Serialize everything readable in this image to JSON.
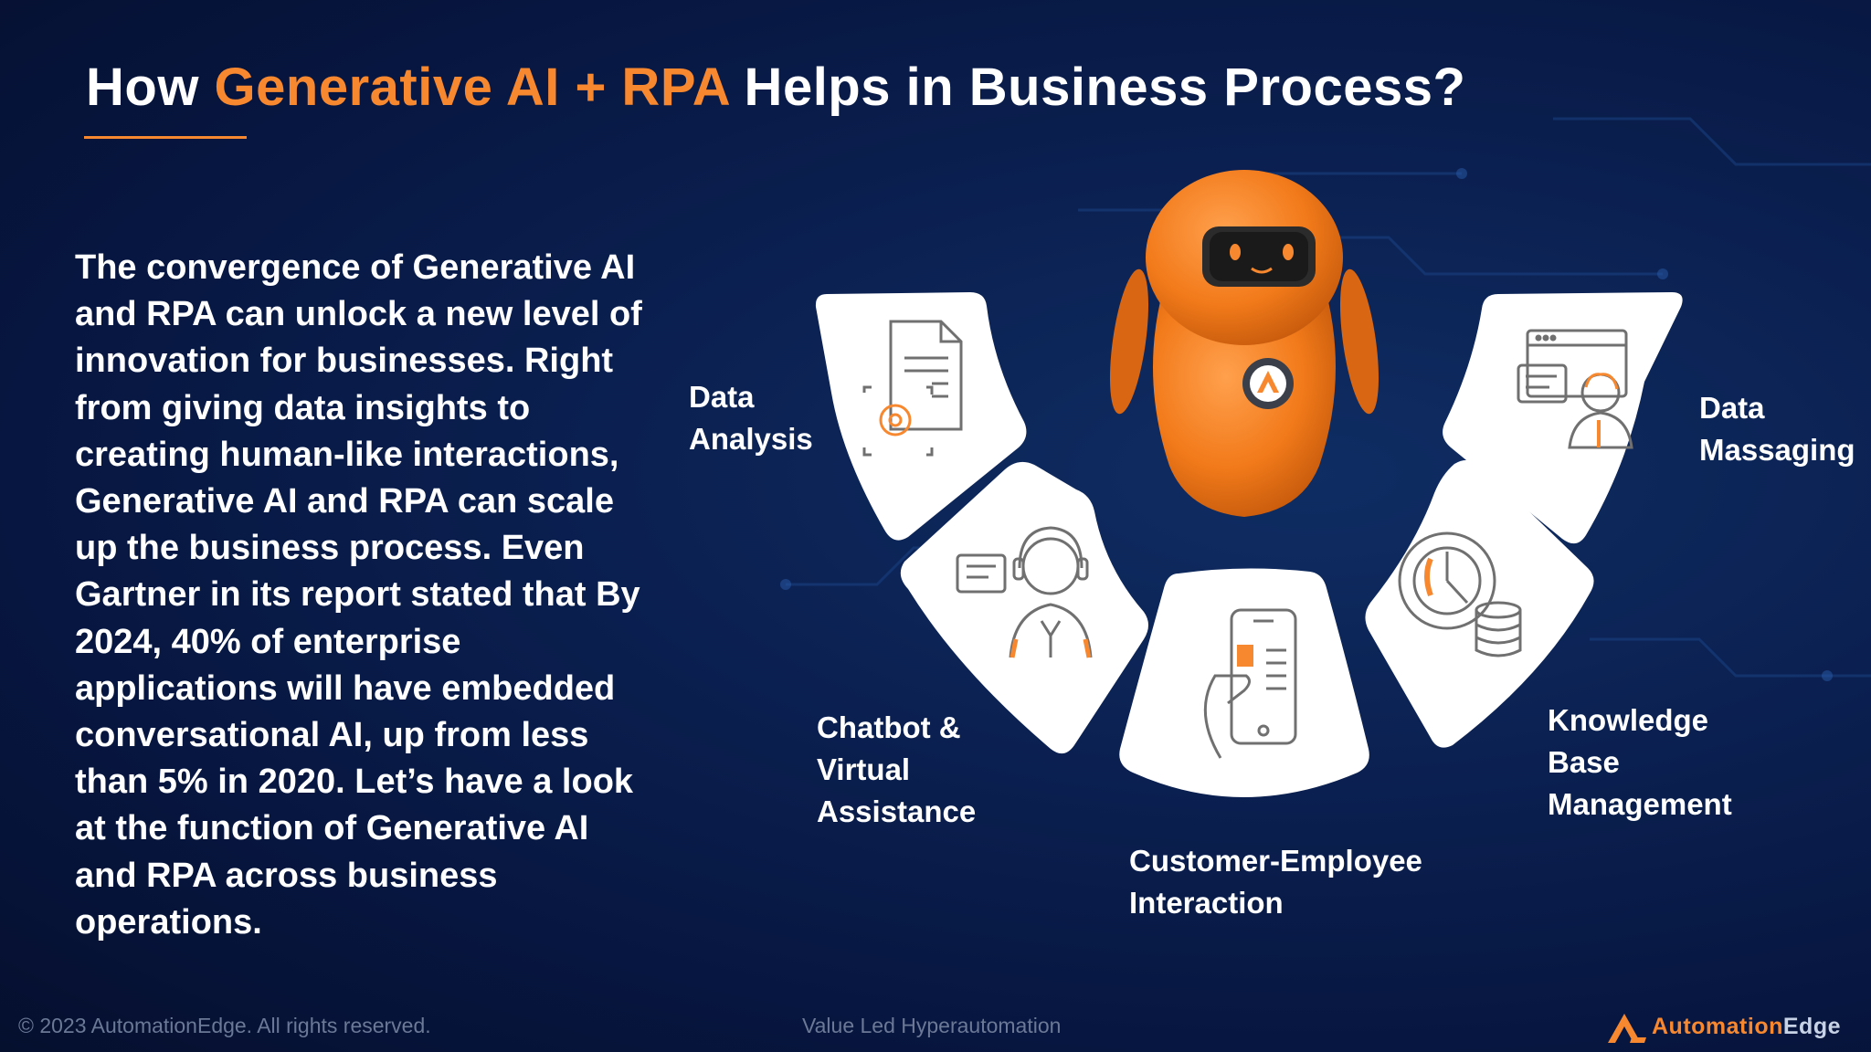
{
  "slide": {
    "title_prefix": "How ",
    "title_highlight": "Generative AI + RPA",
    "title_suffix": " Helps in Business Process?",
    "body": "The convergence of Generative AI and RPA can unlock a new level of innovation for businesses. Right from giving data insights to creating human-like interactions, Generative AI and RPA can scale up the business process. Even Gartner in its report stated that By 2024, 40% of enterprise applications will have embedded conversational AI, up from less than 5% in 2020. Let’s have a look at the function of Generative AI and RPA across business operations."
  },
  "segments": [
    {
      "label": "Data\nAnalysis",
      "icon": "document-gear-icon"
    },
    {
      "label": "Chatbot &\nVirtual\nAssistance",
      "icon": "headset-agent-icon"
    },
    {
      "label": "Customer-Employee\nInteraction",
      "icon": "mobile-phone-hand-icon"
    },
    {
      "label": "Knowledge\nBase\nManagement",
      "icon": "clock-database-icon"
    },
    {
      "label": "Data\nMassaging",
      "icon": "browser-person-icon"
    }
  ],
  "footer": {
    "copyright": "© 2023 AutomationEdge. All rights reserved.",
    "tagline": "Value Led Hyperautomation",
    "logo_part1": "Automation",
    "logo_part2": "Edge"
  },
  "colors": {
    "accent": "#f7882f",
    "background": "#0b2152",
    "tile": "#ffffff"
  }
}
